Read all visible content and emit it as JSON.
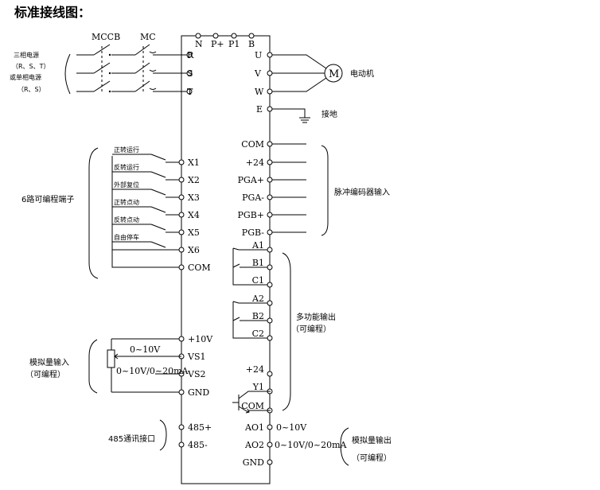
{
  "title": "标准接线图：",
  "breakers": {
    "mccb": "MCCB",
    "mc": "MC"
  },
  "power_input": {
    "line1": "三相电源",
    "line2": "（R、S、T）",
    "line3": "或单相电源",
    "line4": "（R、S）"
  },
  "top_terminals": [
    "N",
    "P+",
    "P1",
    "B"
  ],
  "input_terminals": [
    "R",
    "S",
    "T"
  ],
  "motor_terminals": [
    "U",
    "V",
    "W"
  ],
  "motor_symbol": "M",
  "motor_label": "电动机",
  "earth_terminal": "E",
  "earth_label": "接地",
  "encoder_terminals": [
    "COM",
    "+24",
    "PGA+",
    "PGA-",
    "PGB+",
    "PGB-"
  ],
  "encoder_label": "脉冲编码器输入",
  "program_inputs_label": "6路可编程端子",
  "switch_labels": [
    "正转运行",
    "反转运行",
    "外部复位",
    "正转点动",
    "反转点动",
    "自由停车"
  ],
  "x_terminals": [
    "X1",
    "X2",
    "X3",
    "X4",
    "X5",
    "X6",
    "COM"
  ],
  "relay_terminals": [
    "A1",
    "B1",
    "C1",
    "A2",
    "B2",
    "C2"
  ],
  "multi_output_label": "多功能输出",
  "multi_output_sub": "（可编程）",
  "analog_in_terminals": [
    "+10V",
    "VS1",
    "VS2",
    "GND"
  ],
  "analog_in_ranges": [
    "0~10V",
    "0~10V/0~20mA"
  ],
  "analog_in_label": "模拟量输入",
  "analog_in_sub": "（可编程）",
  "oc_terminals": [
    "+24",
    "Y1",
    "COM"
  ],
  "comm_terminals": [
    "485+",
    "485-"
  ],
  "comm_label": "485通讯接口",
  "analog_out_terminals": [
    "AO1",
    "AO2",
    "GND"
  ],
  "analog_out_ranges": [
    "0~10V",
    "0~10V/0~20mA"
  ],
  "analog_out_label": "模拟量输出",
  "analog_out_sub": "（可编程）"
}
